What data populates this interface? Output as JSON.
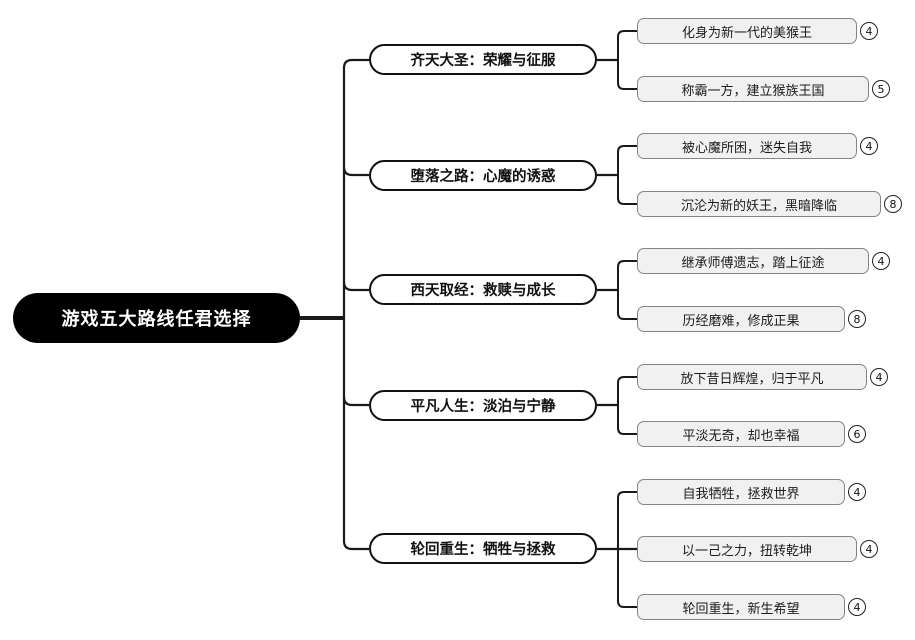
{
  "title": "游戏五大路线任君选择",
  "colors": {
    "bg": "#ffffff",
    "line": "#1a1a1a",
    "root_bg": "#000000",
    "root_text": "#ffffff",
    "branch_bg": "#ffffff",
    "branch_border": "#111111",
    "child_bg": "#f1f1f1",
    "child_border": "#858585"
  },
  "root": {
    "label": "游戏五大路线任君选择"
  },
  "branches": [
    {
      "label": "齐天大圣：荣耀与征服",
      "children": [
        {
          "label": "化身为新一代的美猴王",
          "badge": "4"
        },
        {
          "label": "称霸一方，建立猴族王国",
          "badge": "5"
        }
      ]
    },
    {
      "label": "堕落之路：心魔的诱惑",
      "children": [
        {
          "label": "被心魔所困，迷失自我",
          "badge": "4"
        },
        {
          "label": "沉沦为新的妖王，黑暗降临",
          "badge": "8"
        }
      ]
    },
    {
      "label": "西天取经：救赎与成长",
      "children": [
        {
          "label": "继承师傅遗志，踏上征途",
          "badge": "4"
        },
        {
          "label": "历经磨难，修成正果",
          "badge": "8"
        }
      ]
    },
    {
      "label": "平凡人生：淡泊与宁静",
      "children": [
        {
          "label": "放下昔日辉煌，归于平凡",
          "badge": "4"
        },
        {
          "label": "平淡无奇，却也幸福",
          "badge": "6"
        }
      ]
    },
    {
      "label": "轮回重生：牺牲与拯救",
      "children": [
        {
          "label": "自我牺牲，拯救世界",
          "badge": "4"
        },
        {
          "label": "以一己之力，扭转乾坤",
          "badge": "4"
        },
        {
          "label": "轮回重生，新生希望",
          "badge": "4"
        }
      ]
    }
  ]
}
